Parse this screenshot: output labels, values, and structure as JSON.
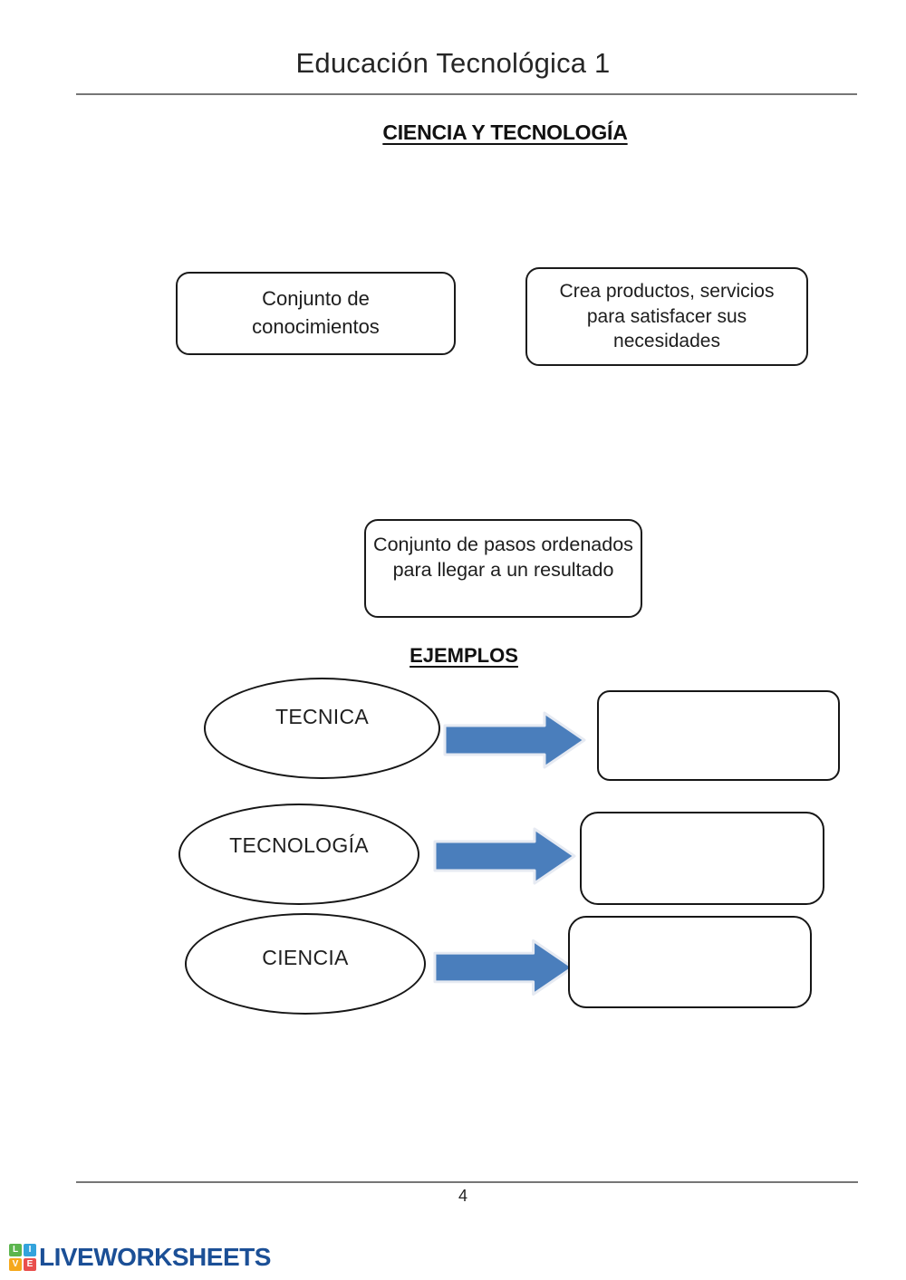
{
  "header": {
    "title": "Educación Tecnológica 1",
    "section_heading": "CIENCIA Y TECNOLOGÍA"
  },
  "definitions": {
    "conocimientos": "Conjunto de conocimientos",
    "crea_productos": "Crea productos, servicios para satisfacer sus necesidades",
    "pasos_ordenados": "Conjunto de pasos ordenados para llegar a un resultado"
  },
  "examples": {
    "heading": "EJEMPLOS",
    "rows": [
      {
        "term": "TECNICA",
        "answer": ""
      },
      {
        "term": "TECNOLOGÍA",
        "answer": ""
      },
      {
        "term": "CIENCIA",
        "answer": ""
      }
    ]
  },
  "footer": {
    "page_number": "4"
  },
  "logo": {
    "brand": "LIVEWORKSHEETS",
    "tiles": [
      {
        "letter": "L",
        "color": "#5cb54e"
      },
      {
        "letter": "I",
        "color": "#33a3dc"
      },
      {
        "letter": "V",
        "color": "#f5a81c"
      },
      {
        "letter": "E",
        "color": "#e94f4d"
      }
    ]
  },
  "colors": {
    "arrow_blue": "#4a7ebc",
    "arrow_halo": "#e6eaf2",
    "rule_gray": "#767676",
    "brand_navy": "#1b4f96"
  }
}
